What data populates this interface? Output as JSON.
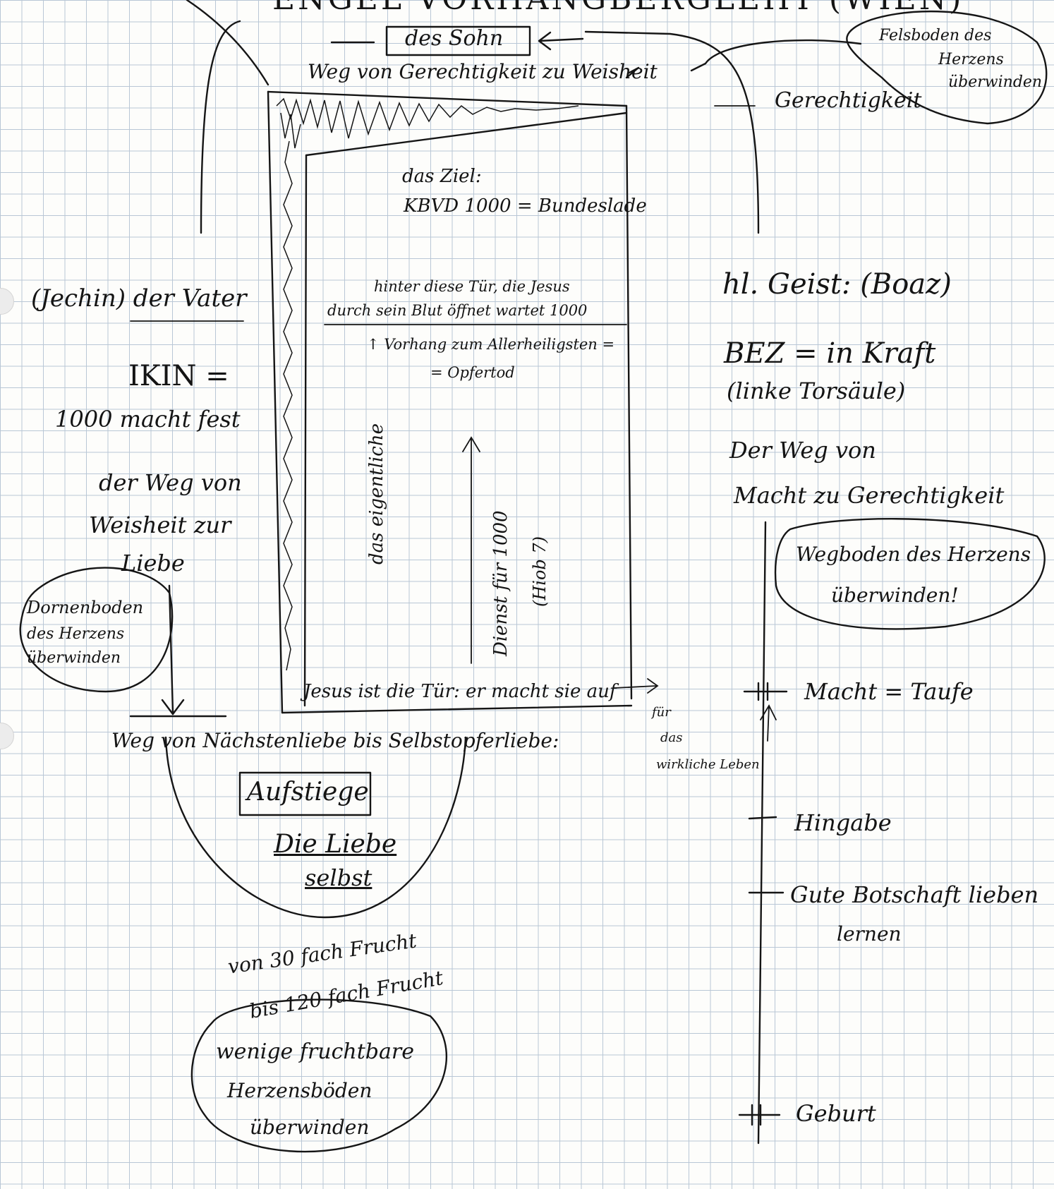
{
  "title": "ENGEL VORHANGBERGLEHT (WIEN)",
  "son_box": "des Sohn",
  "path_top": "Weg von Gerechtigkeit zu Weisheit",
  "bubble_top_right": [
    "Felsboden des",
    "Herzens",
    "überwinden"
  ],
  "gerechtigkeit_label": "Gerechtigkeit",
  "goal": [
    "das Ziel:",
    "KBVD 1000 = Bundeslade"
  ],
  "veil_text": [
    "hinter diese Tür, die Jesus",
    "durch sein Blut öffnet wartet 1000"
  ],
  "veil_note": [
    "↑ Vorhang zum Allerheiligsten =",
    "= Opfertod"
  ],
  "rotated_left": "das eigentliche",
  "rotated_right": [
    "Dienst für 1000",
    "(Hiob 7)"
  ],
  "door_text": "Jesus ist die Tür: er macht sie auf",
  "door_arrow_note": [
    "für",
    "das",
    "wirkliche Leben"
  ],
  "father_label": "(Jechin) der Vater",
  "ikin": "IKIN =",
  "father_lines": [
    "1000 macht fest",
    "der Weg von",
    "Weisheit zur",
    "Liebe"
  ],
  "bubble_left": [
    "Dornenboden",
    "des Herzens",
    "überwinden"
  ],
  "path_bottom": "Weg von Nächstenliebe bis Selbstopferliebe:",
  "aufstiege": "Aufstiege",
  "love_lines": [
    "Die Liebe",
    "selbst"
  ],
  "fruit_lines": [
    "von 30 fach Frucht",
    "bis 120 fach Frucht"
  ],
  "bubble_bottom": [
    "wenige fruchtbare",
    "Herzensböden",
    "überwinden"
  ],
  "spirit_label": "hl. Geist: (Boaz)",
  "bez_lines": [
    "BEZ = in Kraft",
    "(linke Torsäule)"
  ],
  "spirit_path": [
    "Der Weg von",
    "Macht zu Gerechtigkeit"
  ],
  "bubble_right": [
    "Wegboden des Herzens",
    "überwinden!"
  ],
  "timeline": [
    "Macht = Taufe",
    "Hingabe",
    "Gute Botschaft lieben",
    "lernen",
    "Geburt"
  ]
}
